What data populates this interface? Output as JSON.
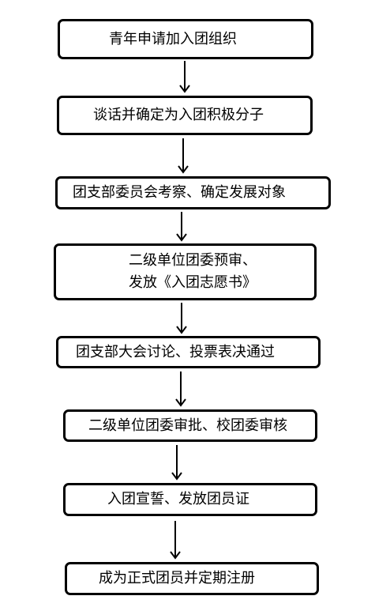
{
  "flowchart": {
    "steps": [
      {
        "lines": [
          "青年申请加入团组织"
        ]
      },
      {
        "lines": [
          "谈话并确定为入团积极分子"
        ]
      },
      {
        "lines": [
          "团支部委员会考察、确定发展对象"
        ]
      },
      {
        "lines": [
          "二级单位团委预审、",
          "发放《入团志愿书》"
        ]
      },
      {
        "lines": [
          "团支部大会讨论、投票表决通过"
        ]
      },
      {
        "lines": [
          "二级单位团委审批、校团委审核"
        ]
      },
      {
        "lines": [
          "入团宣誓、发放团员证"
        ]
      },
      {
        "lines": [
          "成为正式团员并定期注册"
        ]
      }
    ]
  }
}
